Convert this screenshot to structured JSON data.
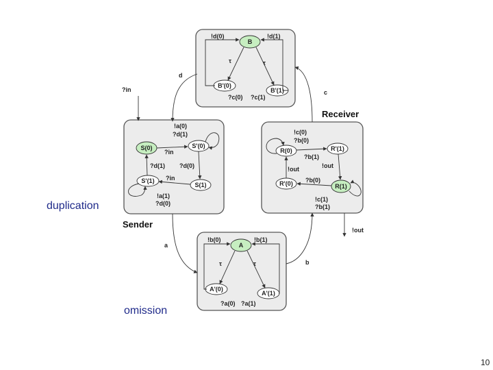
{
  "annotations": {
    "duplication": "duplication",
    "omission": "omission",
    "page_number": "10"
  },
  "components": {
    "receiver": "Receiver",
    "sender": "Sender"
  },
  "channel_b": {
    "states": {
      "b": "B",
      "b0": "B'(0)",
      "b1": "B'(1)"
    },
    "labels": {
      "out0": "!d(0)",
      "out1": "!d(1)",
      "tau_left": "τ",
      "tau_right": "τ",
      "in0": "?c(0)",
      "in1": "?c(1)"
    }
  },
  "channel_a": {
    "states": {
      "a": "A",
      "a0": "A'(0)",
      "a1": "A'(1)"
    },
    "labels": {
      "out0": "!b(0)",
      "out1": "!b(1)",
      "tau_left": "τ",
      "tau_right": "τ",
      "in0": "?a(0)",
      "in1": "?a(1)"
    }
  },
  "sender": {
    "states": {
      "s0": "S(0)",
      "s0p": "S'(0)",
      "s1p": "S'(1)",
      "s1": "S(1)"
    },
    "labels": {
      "out_a0": "!a(0)",
      "in_d1": "?d(1)",
      "in_top": "?in",
      "in_d1_left": "?d(1)",
      "in_d0": "?d(0)",
      "in_bottom": "?in",
      "out_a1": "!a(1)",
      "in_d0_bottom": "?d(0)"
    }
  },
  "receiver": {
    "states": {
      "r0": "R(0)",
      "r1p": "R'(1)",
      "r0p": "R'(0)",
      "r1": "R(1)"
    },
    "labels": {
      "out_c0": "!c(0)",
      "in_b0": "?b(0)",
      "in_b1": "?b(1)",
      "out_left": "!out",
      "out_right": "!out",
      "in_b0_mid": "?b(0)",
      "out_c1": "!c(1)",
      "in_b1_bottom": "?b(1)"
    }
  },
  "edges": {
    "d": "d",
    "c": "c",
    "a": "a",
    "b": "b",
    "in": "?in",
    "out": "!out"
  }
}
